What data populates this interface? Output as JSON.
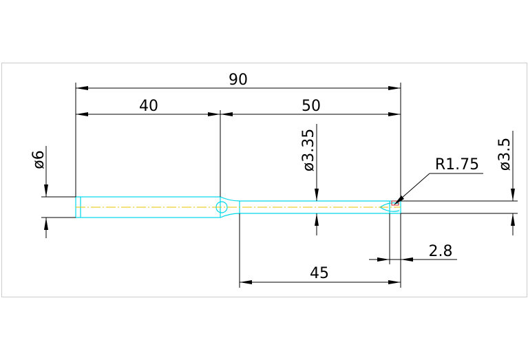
{
  "dimensions": {
    "overall_length": "90",
    "shank_length": "40",
    "neck_length": "50",
    "reduced_length": "45",
    "tip_offset": "2.8",
    "shank_diameter": "ø6",
    "neck_diameter": "ø3.35",
    "tip_diameter": "ø3.5",
    "tip_radius": "R1.75"
  },
  "colors": {
    "part_outline": "#00d8e8",
    "centerline": "#e8c400",
    "tip_mark": "#e02020",
    "dimension": "#000000",
    "frame_border": "#cccccc",
    "background": "#ffffff"
  }
}
